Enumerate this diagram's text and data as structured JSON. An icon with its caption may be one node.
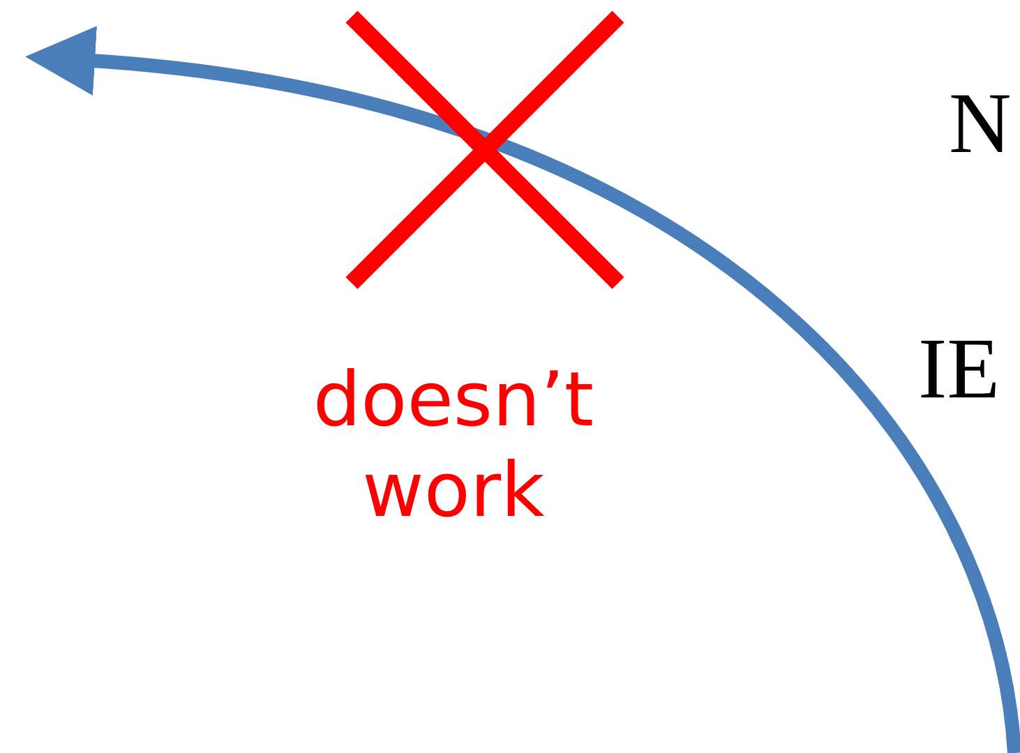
{
  "diagram": {
    "labels": [
      "N",
      "IE",
      "doesn’t work"
    ]
  }
}
